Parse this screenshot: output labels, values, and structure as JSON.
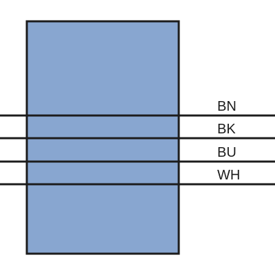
{
  "diagram": {
    "block_color": "#88a6d0",
    "outline_color": "#1c1c1c",
    "wires": [
      {
        "label": "BN"
      },
      {
        "label": "BK"
      },
      {
        "label": "BU"
      },
      {
        "label": "WH"
      }
    ]
  }
}
